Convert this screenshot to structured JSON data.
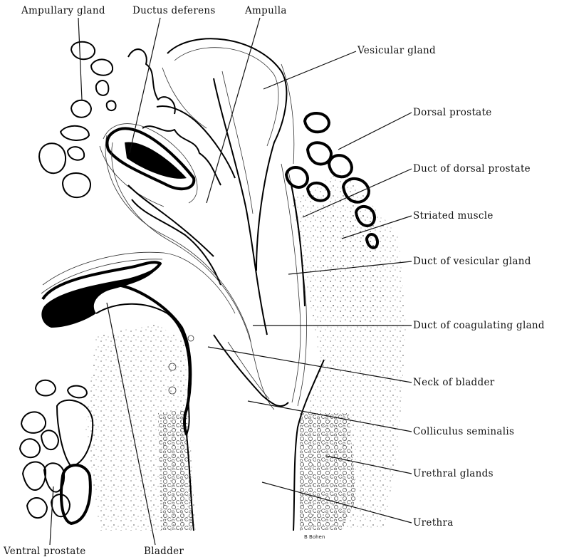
{
  "labels": {
    "ampullary_gland": "Ampullary gland",
    "ductus_deferens": "Ductus deferens",
    "ampulla": "Ampulla",
    "vesicular_gland": "Vesicular gland",
    "dorsal_prostate": "Dorsal prostate",
    "duct_dorsal_prostate": "Duct of dorsal prostate",
    "striated_muscle": "Striated muscle",
    "duct_vesicular_gland": "Duct of vesicular gland",
    "duct_coagulating_gland": "Duct of coagulating gland",
    "neck_of_bladder": "Neck of bladder",
    "colliculus_seminalis": "Colliculus seminalis",
    "urethral_glands": "Urethral glands",
    "urethra": "Urethra",
    "ventral_prostate": "Ventral prostate",
    "bladder": "Bladder"
  },
  "signature": "B Bohen"
}
